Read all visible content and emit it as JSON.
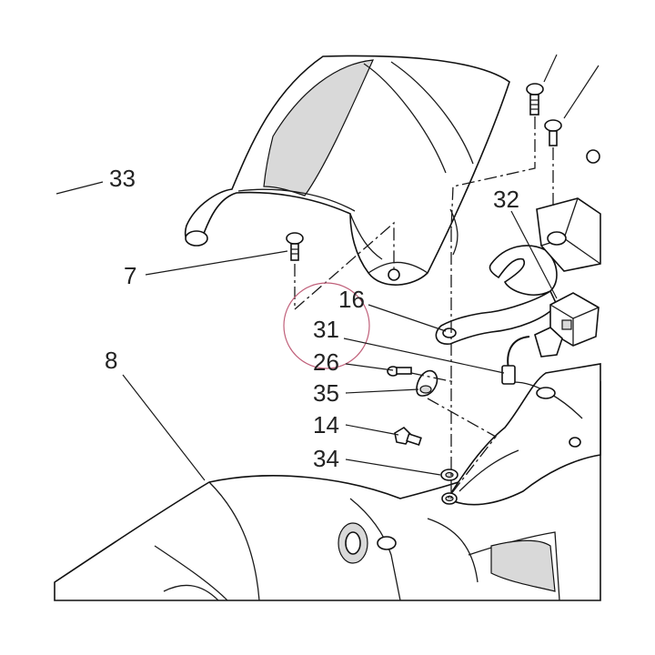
{
  "callouts": {
    "c33": "33",
    "c7": "7",
    "c8": "8",
    "c16": "16",
    "c31": "31",
    "c26": "26",
    "c35": "35",
    "c14": "14",
    "c34": "34",
    "c32": "32"
  },
  "colors": {
    "line": "#111111",
    "highlight_circle": "#c0607a",
    "background": "#ffffff"
  }
}
